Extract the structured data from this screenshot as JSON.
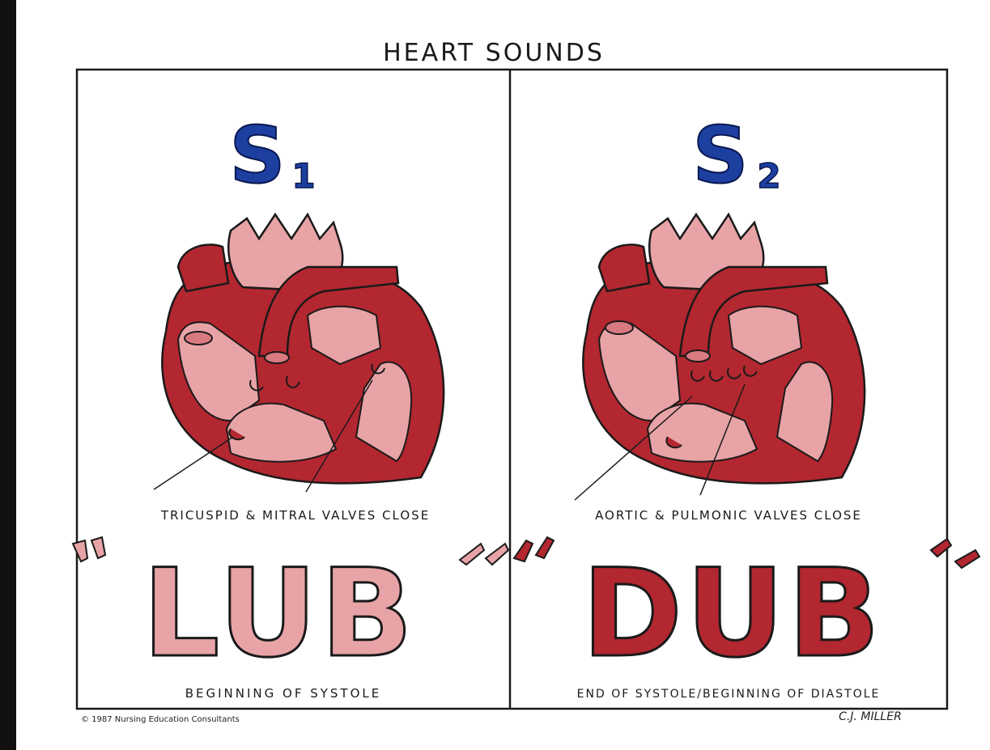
{
  "title": "HEART SOUNDS",
  "colors": {
    "dark_red": "#b32730",
    "light_pink": "#e8a3a6",
    "mid_pink": "#d87a80",
    "blue": "#1c3fa0",
    "outline": "#1a1a1a"
  },
  "panels": [
    {
      "sound_main": "S",
      "sound_sub": "1",
      "caption": "TRICUSPID & MITRAL VALVES CLOSE",
      "word": "LUB",
      "phase": "BEGINNING OF SYSTOLE"
    },
    {
      "sound_main": "S",
      "sound_sub": "2",
      "caption": "AORTIC & PULMONIC VALVES CLOSE",
      "word": "DUB",
      "phase": "END OF SYSTOLE/BEGINNING OF DIASTOLE"
    }
  ],
  "footer": {
    "copyright": "© 1987 Nursing Education Consultants",
    "signature": "C.J. MILLER"
  }
}
